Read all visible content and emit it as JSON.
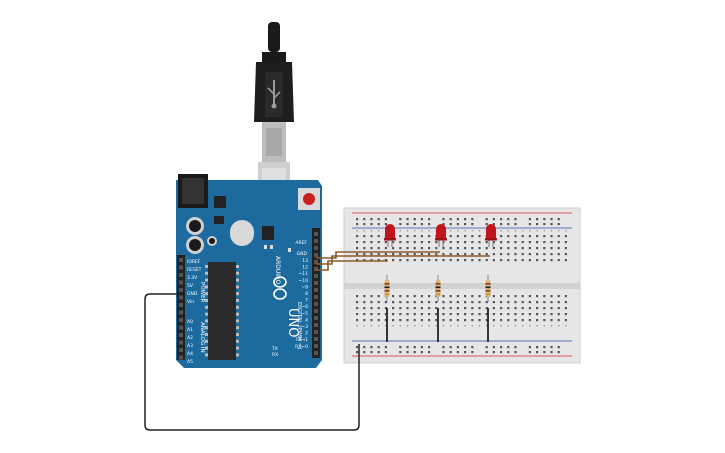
{
  "arduino": {
    "brand": "ARDUINO",
    "model": "UNO",
    "header_labels": {
      "aref": "AREF",
      "gnd": "GND",
      "digital": "DIGITAL (PWM ~)",
      "tx": "TX",
      "rx": "RX",
      "ioref": "IOREF",
      "reset": "RESET",
      "v33": "3.3V",
      "v5": "5V",
      "gnd_power": "GND",
      "vin": "Vin",
      "power": "POWER",
      "analog_in": "ANALOG IN",
      "a0": "A0",
      "a1": "A1",
      "a2": "A2",
      "a3": "A3",
      "a4": "A4",
      "a5": "A5"
    },
    "pin_numbers": [
      "13",
      "12",
      "~11",
      "~10",
      "~9",
      "8",
      "7",
      "~6",
      "~5",
      "4",
      "~3",
      "2",
      "TX→1",
      "RX←0"
    ],
    "colors": {
      "board": "#1d6b9e",
      "header": "#222222",
      "chip": "#2b2b2b"
    }
  },
  "breadboard": {
    "colors": {
      "body": "#e6e6e6",
      "rail_red": "#d9262b",
      "rail_blue": "#2b4fa3",
      "hole": "#555555"
    }
  },
  "components": {
    "leds": [
      {
        "id": "led-1",
        "color": "#c0161b"
      },
      {
        "id": "led-2",
        "color": "#c0161b"
      },
      {
        "id": "led-3",
        "color": "#c0161b"
      }
    ],
    "resistors": [
      {
        "id": "resistor-1"
      },
      {
        "id": "resistor-2"
      },
      {
        "id": "resistor-3"
      }
    ],
    "wire_colors": {
      "signal": "#8a5a2b",
      "ground": "#222222"
    }
  },
  "usb_cable": {
    "colors": {
      "plug": "#1a1a1a",
      "metal": "#bdbdbd"
    }
  }
}
